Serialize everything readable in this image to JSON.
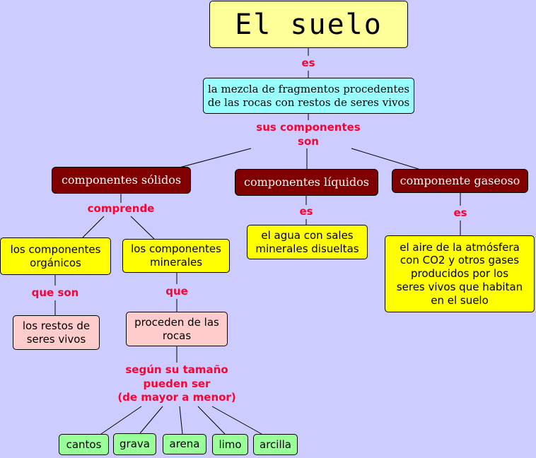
{
  "nodes": {
    "title": "El suelo",
    "definition": "la mezcla de fragmentos procedentes de las rocas con restos de seres vivos",
    "solid": "componentes sólidos",
    "liquid": "componentes líquidos",
    "gas": "componente gaseoso",
    "organic": "los componentes orgánicos",
    "mineral": "los componentes minerales",
    "water": "el agua con sales minerales disueltas",
    "air": "el aire de la atmósfera con CO2 y otros gases producidos por los seres vivos que habitan en el suelo",
    "remains": "los restos de seres vivos",
    "rocks": "proceden de las rocas",
    "cantos": "cantos",
    "grava": "grava",
    "arena": "arena",
    "limo": "limo",
    "arcilla": "arcilla"
  },
  "links": {
    "es_title": "es",
    "components": "sus componentes\nson",
    "comprende": "comprende",
    "es_liquid": "es",
    "es_gas": "es",
    "que_son": "que son",
    "que": "que",
    "size": "según su tamaño\npueden ser\n(de mayor a menor)"
  },
  "colors": {
    "background": "#ccccff",
    "title_box": "#ffff99",
    "definition_box": "#99ffff",
    "category_box": "#800000",
    "yellow_box": "#ffff00",
    "pink_box": "#ffcccc",
    "green_box": "#99ff99",
    "link_text": "#ff0033"
  }
}
